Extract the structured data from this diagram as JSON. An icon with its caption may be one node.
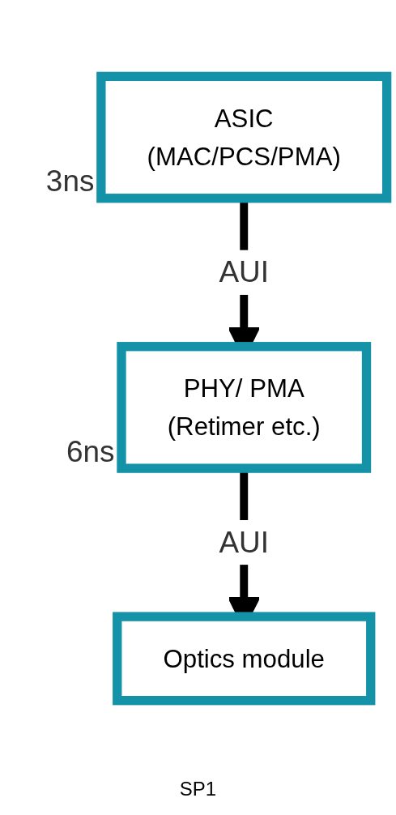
{
  "diagram": {
    "nodes": [
      {
        "text": [
          "ASIC",
          "(MAC/PCS/PMA)"
        ],
        "beside": [
          "3ns"
        ]
      },
      {
        "text": [
          "PHY/ PMA",
          "(Retimer etc.)"
        ],
        "beside": [
          "6ns"
        ]
      },
      {
        "text": [
          "Optics module"
        ]
      }
    ],
    "edges": [
      {
        "from": 0,
        "to": 1,
        "arrow": "to",
        "label": "AUI"
      },
      {
        "from": 1,
        "to": 2,
        "arrow": "to",
        "label": "AUI"
      }
    ],
    "labels": [
      "SP1"
    ]
  }
}
